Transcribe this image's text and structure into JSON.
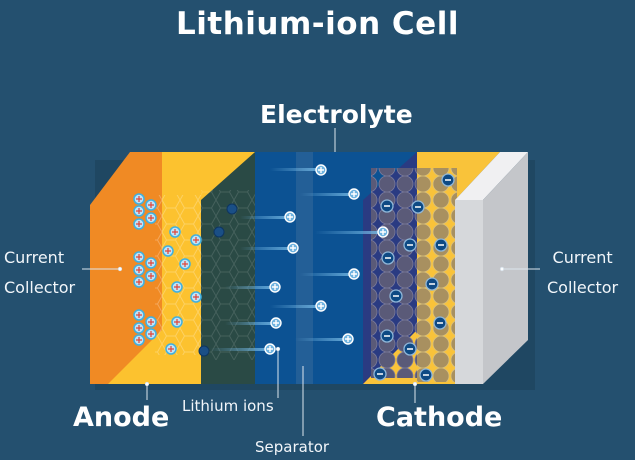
{
  "title": "Lithium-ion Cell",
  "labels": {
    "electrolyte": "Electrolyte",
    "current_collector_left_1": "Current",
    "current_collector_left_2": "Collector",
    "current_collector_right_1": "Current",
    "current_collector_right_2": "Collector",
    "anode": "Anode",
    "lithium_ions": "Lithium ions",
    "cathode": "Cathode",
    "separator": "Separator"
  },
  "colors": {
    "background": "#24506f",
    "anode_collector": "#f08a24",
    "anode": "#fcc22f",
    "anode_inner": "#2a4a45",
    "electrolyte": "#0c5293",
    "separator": "#235f97",
    "cathode_dark": "#2a3b82",
    "cathode": "#f9c33a",
    "cathode_particles": "#a89060",
    "cathode_collector": "#c4c6ca",
    "ion": "#6fb3e0"
  },
  "icons": {
    "positive_ion": "plus-circle",
    "negative_ion": "minus-circle"
  }
}
